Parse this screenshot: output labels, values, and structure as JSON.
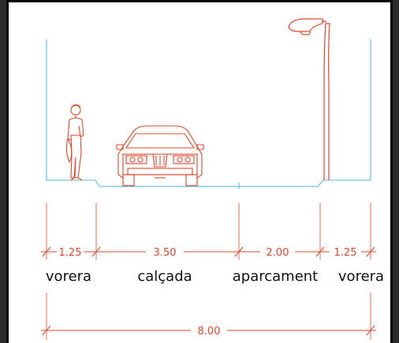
{
  "colors": {
    "profile": "#4fb6d8",
    "drawing": "#e8442a",
    "label": "#111111"
  },
  "dimensions": {
    "vorera_left": "1.25",
    "calcada": "3.50",
    "aparcament": "2.00",
    "vorera_right": "1.25",
    "total": "8.00"
  },
  "zones": {
    "vorera_left": "vorera",
    "calcada": "calçada",
    "aparcament": "aparcament",
    "vorera_right": "vorera"
  },
  "icons": [
    "pedestrian-icon",
    "car-front-icon",
    "street-lamp-icon"
  ]
}
